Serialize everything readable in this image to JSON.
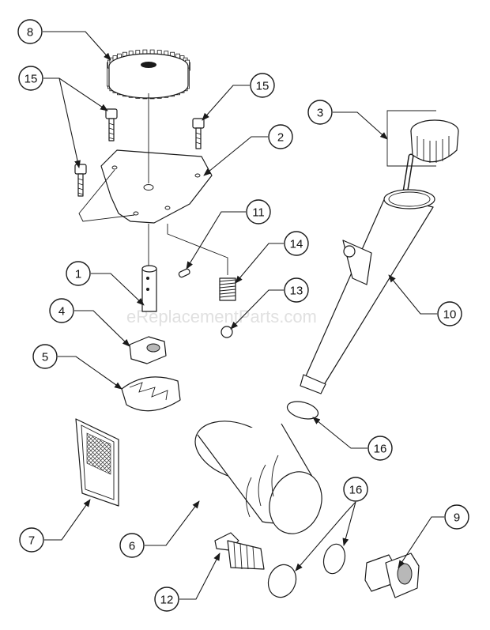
{
  "watermark": "eReplacementParts.com",
  "callouts": [
    {
      "id": "c8",
      "label": "8"
    },
    {
      "id": "c15a",
      "label": "15"
    },
    {
      "id": "c15b",
      "label": "15"
    },
    {
      "id": "c3",
      "label": "3"
    },
    {
      "id": "c2",
      "label": "2"
    },
    {
      "id": "c11",
      "label": "11"
    },
    {
      "id": "c14",
      "label": "14"
    },
    {
      "id": "c1",
      "label": "1"
    },
    {
      "id": "c13",
      "label": "13"
    },
    {
      "id": "c4",
      "label": "4"
    },
    {
      "id": "c10",
      "label": "10"
    },
    {
      "id": "c5",
      "label": "5"
    },
    {
      "id": "c16a",
      "label": "16"
    },
    {
      "id": "c16b",
      "label": "16"
    },
    {
      "id": "c9",
      "label": "9"
    },
    {
      "id": "c7",
      "label": "7"
    },
    {
      "id": "c6",
      "label": "6"
    },
    {
      "id": "c12",
      "label": "12"
    }
  ]
}
